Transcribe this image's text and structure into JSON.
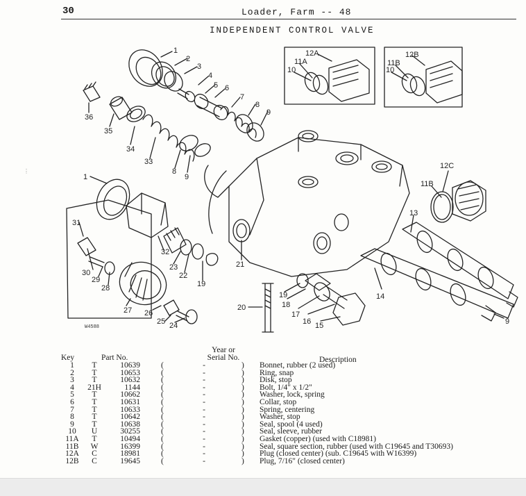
{
  "header": {
    "page_number": "30",
    "running_title": "Loader, Farm -- 48"
  },
  "section_title": "INDEPENDENT CONTROL VALVE",
  "figure": {
    "figure_code": "W4588",
    "callouts": [
      "1",
      "2",
      "3",
      "4",
      "5",
      "6",
      "7",
      "8",
      "9",
      "36",
      "35",
      "34",
      "33",
      "8",
      "9",
      "1",
      "31",
      "32",
      "30",
      "29",
      "28",
      "23",
      "22",
      "19",
      "27",
      "26",
      "25",
      "24",
      "21",
      "20",
      "19",
      "18",
      "17",
      "16",
      "15",
      "14",
      "13",
      "12C",
      "11B",
      "12A",
      "11A",
      "10",
      "12B",
      "11B",
      "10",
      "9"
    ]
  },
  "table": {
    "headers": {
      "key": "Key",
      "part_no": "Part No.",
      "year_line1": "Year or",
      "year_line2": "Serial No.",
      "description": "Description"
    },
    "rows": [
      {
        "key": "1",
        "prefix": "T",
        "number": "10639",
        "year": "-",
        "description": "Bonnet, rubber (2 used)"
      },
      {
        "key": "2",
        "prefix": "T",
        "number": "10653",
        "year": "-",
        "description": "Ring, snap"
      },
      {
        "key": "3",
        "prefix": "T",
        "number": "10632",
        "year": "-",
        "description": "Disk, stop"
      },
      {
        "key": "4",
        "prefix": "21H",
        "number": "1144",
        "year": "-",
        "description": "Bolt, 1/4\" x 1/2\""
      },
      {
        "key": "5",
        "prefix": "T",
        "number": "10662",
        "year": "-",
        "description": "Washer, lock, spring"
      },
      {
        "key": "6",
        "prefix": "T",
        "number": "10631",
        "year": "-",
        "description": "Collar, stop"
      },
      {
        "key": "7",
        "prefix": "T",
        "number": "10633",
        "year": "-",
        "description": "Spring, centering"
      },
      {
        "key": "8",
        "prefix": "T",
        "number": "10642",
        "year": "-",
        "description": "Washer, stop"
      },
      {
        "key": "9",
        "prefix": "T",
        "number": "10638",
        "year": "-",
        "description": "Seal, spool (4 used)"
      },
      {
        "key": "10",
        "prefix": "U",
        "number": "30255",
        "year": "-",
        "description": "Seal, sleeve, rubber"
      },
      {
        "key": "11A",
        "prefix": "T",
        "number": "10494",
        "year": "-",
        "description": "Gasket (copper) (used with C18981)"
      },
      {
        "key": "11B",
        "prefix": "W",
        "number": "16399",
        "year": "-",
        "description": "Seal, square section, rubber (used with C19645 and T30693)"
      },
      {
        "key": "12A",
        "prefix": "C",
        "number": "18981",
        "year": "-",
        "description": "Plug (closed center) (sub. C19645 with W16399)"
      },
      {
        "key": "12B",
        "prefix": "C",
        "number": "19645",
        "year": "-",
        "description": "Plug, 7/16\" (closed center)"
      }
    ]
  }
}
